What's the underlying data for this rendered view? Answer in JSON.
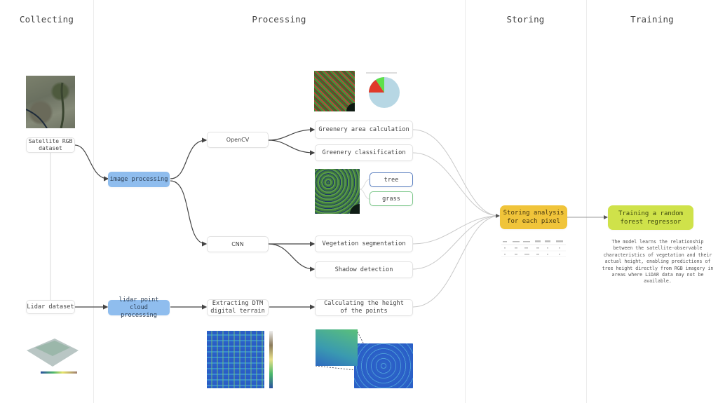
{
  "columns": [
    {
      "id": "collecting",
      "title": "Collecting"
    },
    {
      "id": "processing",
      "title": "Processing"
    },
    {
      "id": "storing",
      "title": "Storing"
    },
    {
      "id": "training",
      "title": "Training"
    }
  ],
  "nodes": {
    "satellite_rgb": "Satellite RGB\ndataset",
    "lidar_dataset": "Lidar dataset",
    "image_processing": "image processing",
    "lidar_processing": "lidar point cloud\nprocessing",
    "opencv": "OpenCV",
    "cnn": "CNN",
    "extracting_dtm": "Extracting DTM\ndigital terrain",
    "greenery_area": "Greenery area calculation",
    "greenery_class": "Greenery classification",
    "tree": "tree",
    "grass": "grass",
    "veg_seg": "Vegetation segmentation",
    "shadow": "Shadow detection",
    "calc_height": "Calculating the height\nof the points",
    "storing": "Storing analysis\nfor each pixel",
    "training": "Training a random\nforest regressor"
  },
  "training_description": "The model learns the relationship between the satellite-observable characteristics of vegetation and their actual height, enabling predictions of tree height directly from RGB imagery in areas where LiDAR data may not be available.",
  "thumbnails": {
    "satellite": "satellite-image",
    "greenery_map": "greenery-mask-image",
    "pie": "greenery-pie-chart",
    "classification": "classification-image",
    "lidar_3d": "lidar-3d-surface",
    "dtm": "dtm-heatmap",
    "height": "height-zoom-image"
  },
  "colors": {
    "blue_node": "#8fbdee",
    "yellow_node": "#f0c43a",
    "lime_node": "#cfe24a",
    "tree_border": "#5a7fc0",
    "grass_border": "#7cc78a"
  }
}
